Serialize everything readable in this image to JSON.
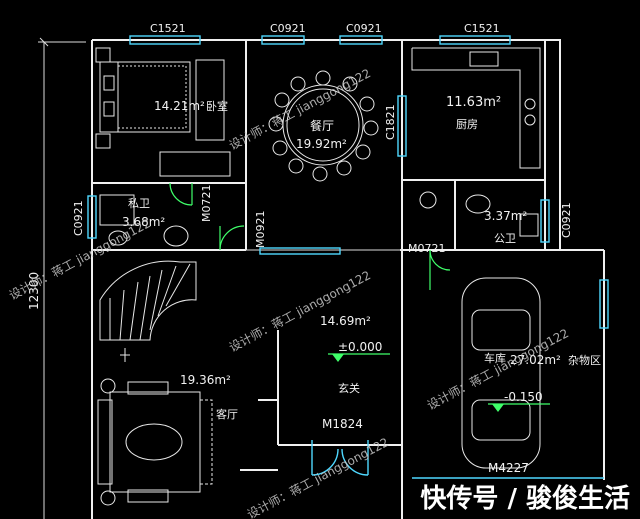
{
  "rooms": {
    "bedroom_area": "14.21m²",
    "bedroom_name": "卧室",
    "dining_name": "餐厅",
    "dining_area": "19.92m²",
    "kitchen_area": "11.63m²",
    "kitchen_name": "厨房",
    "private_bath_name": "私卫",
    "private_bath_area": "3.68m²",
    "public_bath_area": "3.37m²",
    "public_bath_name": "公卫",
    "foyer_area": "14.69m²",
    "foyer_level": "±0.000",
    "foyer_name": "玄关",
    "living_area": "19.36m²",
    "living_name": "客厅",
    "garage_name": "车库",
    "garage_area": "27.02m²",
    "storage_name": "杂物区",
    "garage_level": "-0.150"
  },
  "openings": {
    "top_left_window": "C1521",
    "top_mid_window_1": "C0921",
    "top_mid_window_2": "C0921",
    "top_right_window": "C1521",
    "kitchen_side_window": "C1821",
    "left_wall_window": "C0921",
    "right_wall_window": "C0921",
    "bedroom_door": "M0721",
    "bath_door": "M0921",
    "public_bath_door": "M0721",
    "entry_door": "M1824",
    "garage_door": "M4227"
  },
  "dimensions": {
    "left_total": "12300"
  },
  "watermark": {
    "designer_text": "设计师：蒋工 jianggong122"
  },
  "footer": {
    "brand": "快传号 / 骏俊生活"
  }
}
